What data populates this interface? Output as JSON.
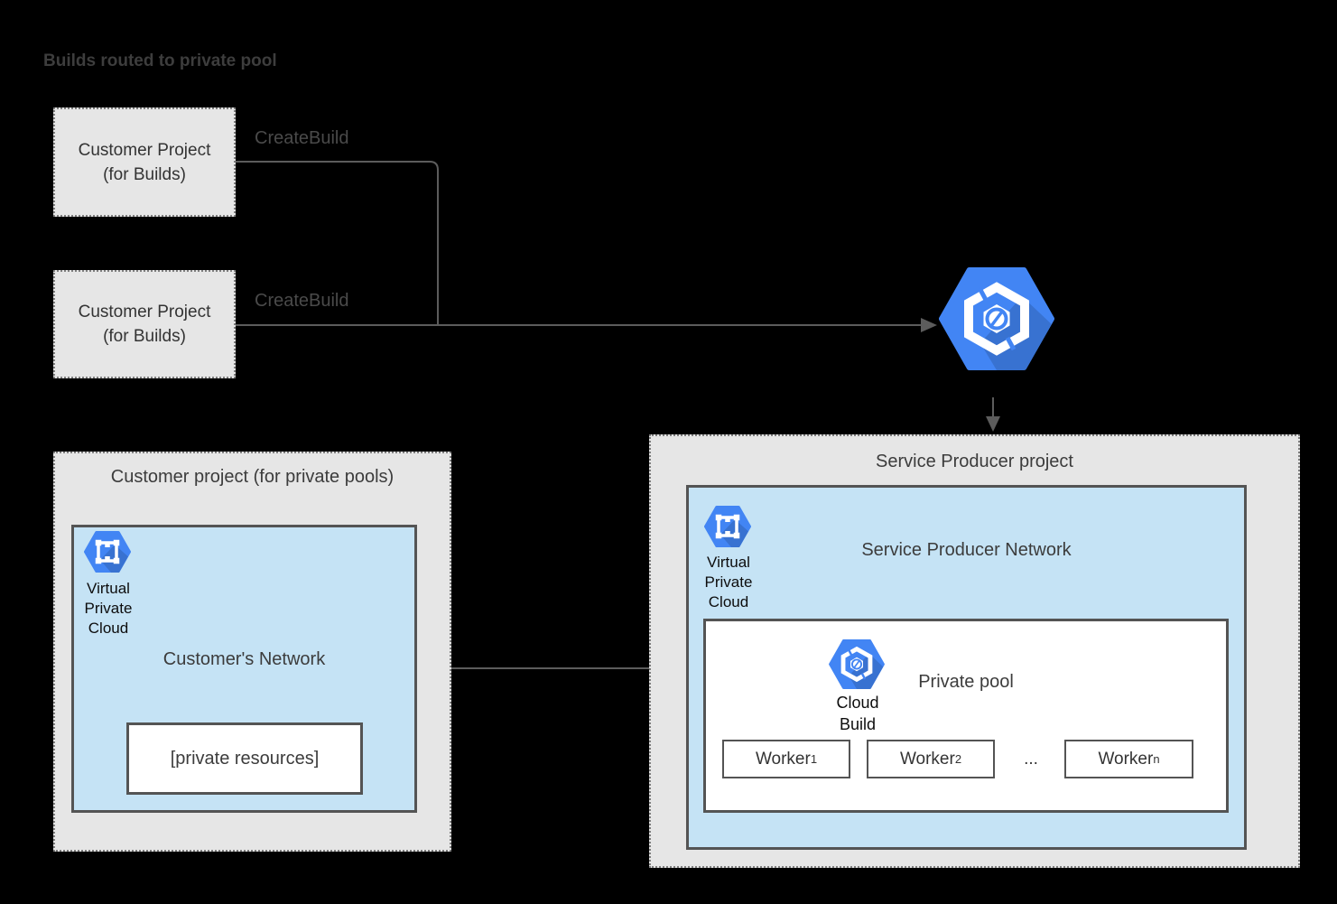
{
  "title": "Builds routed to private pool",
  "colors": {
    "accent_blue": "#4285f4",
    "network_fill": "#c5e3f5",
    "container_fill": "#e6e6e6",
    "dark_border": "#545454",
    "connector": "#5c5c5c"
  },
  "customer_build_boxes": [
    {
      "label": "Customer Project (for Builds)"
    },
    {
      "label": "Customer Project (for Builds)"
    }
  ],
  "connectors": {
    "create_build_labels": [
      "CreateBuild",
      "CreateBuild"
    ]
  },
  "cloud_build_icon_name": "Cloud Build",
  "service_producer": {
    "title": "Service Producer project",
    "network": {
      "title": "Service Producer Network",
      "vpc_caption": "Virtual Private Cloud"
    },
    "pool": {
      "title": "Private pool",
      "caption": "Cloud Build",
      "workers": [
        {
          "name": "Worker",
          "sub": "1"
        },
        {
          "name": "Worker",
          "sub": "2"
        },
        {
          "name": "Worker",
          "sub": "n"
        }
      ],
      "ellipsis": "..."
    }
  },
  "customer_pool_project": {
    "title": "Customer project (for private pools)",
    "network": {
      "title": "Customer's Network",
      "vpc_caption": "Virtual Private Cloud",
      "private_resources": "[private resources]"
    }
  }
}
